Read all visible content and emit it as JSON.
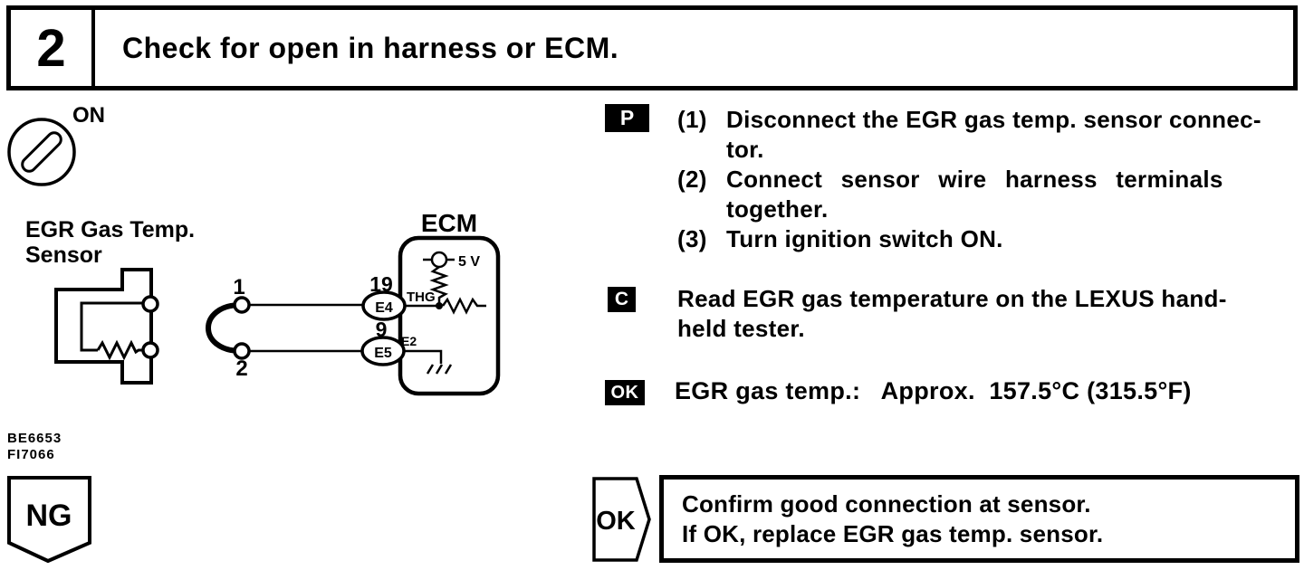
{
  "colors": {
    "ink": "#000000",
    "paper": "#ffffff"
  },
  "header": {
    "step_number": "2",
    "title": "Check for open in harness or ECM."
  },
  "diagram": {
    "ignition_switch_label": "ON",
    "sensor_label": [
      "EGR Gas Temp.",
      "Sensor"
    ],
    "jumper_terminals": [
      "1",
      "2"
    ],
    "ecm_title": "ECM",
    "voltage": "5 V",
    "pins": {
      "e4_pin": "19",
      "e5_pin": "9",
      "e4": "E4",
      "e5": "E5",
      "thg": "THG",
      "e2": "E2"
    },
    "ref_codes": [
      "BE6653",
      "FI7066"
    ],
    "ng_label": "NG"
  },
  "procedure": {
    "prepare_badge": "P",
    "steps": [
      {
        "num": "(1)",
        "lines": [
          "Disconnect the EGR gas temp. sensor connec-",
          "tor."
        ]
      },
      {
        "num": "(2)",
        "lines": [
          "Connect sensor wire harness terminals",
          "together."
        ]
      },
      {
        "num": "(3)",
        "lines": [
          "Turn ignition switch ON."
        ]
      }
    ],
    "check_badge": "C",
    "check_lines": [
      "Read EGR gas temperature on the LEXUS hand-",
      "held tester."
    ],
    "ok_badge": "OK",
    "ok_spec": "EGR gas temp.:   Approx.  157.5°C (315.5°F)"
  },
  "result": {
    "ok_arrow_label": "OK",
    "box_lines": [
      "Confirm good connection at sensor.",
      "If OK, replace EGR gas temp. sensor."
    ]
  }
}
